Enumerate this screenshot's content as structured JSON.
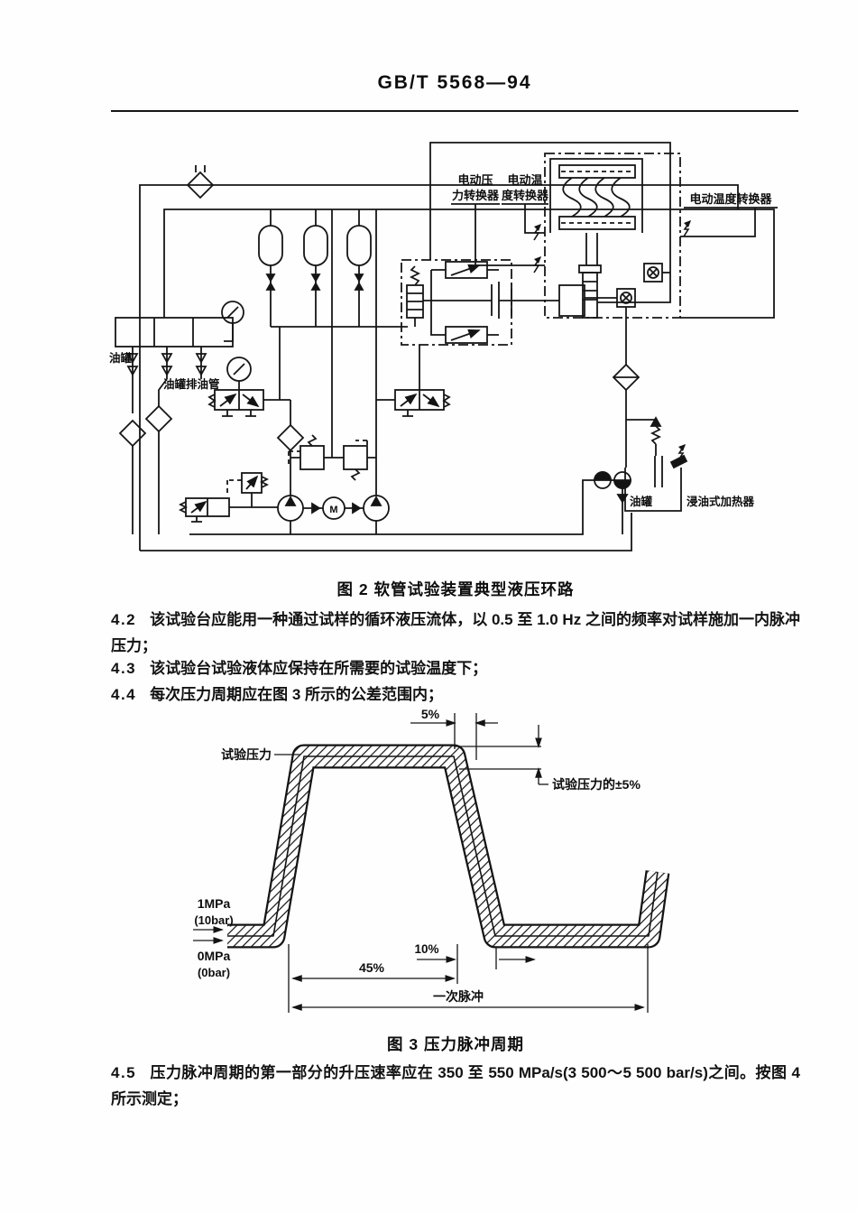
{
  "header": {
    "standard_number": "GB/T 5568—94"
  },
  "figure2": {
    "caption": "图 2  软管试验装置典型液压环路",
    "labels": {
      "transducer_pressure_l1": "电动压",
      "transducer_pressure_l2": "力转换器",
      "transducer_temp_l1": "电动温",
      "transducer_temp_l2": "度转换器",
      "transducer_temp_right": "电动温度转换器",
      "tank_left": "油罐",
      "tank_drain_pipe": "油罐排油管",
      "tank_bottom": "油罐",
      "immersion_heater": "浸油式加热器",
      "motor": "M"
    }
  },
  "clauses": {
    "c42": {
      "num": "4.2",
      "text": "该试验台应能用一种通过试样的循环液压流体，以 0.5 至 1.0 Hz 之间的频率对试样施加一内脉冲压力；"
    },
    "c43": {
      "num": "4.3",
      "text": "该试验台试验液体应保持在所需要的试验温度下；"
    },
    "c44": {
      "num": "4.4",
      "text": "每次压力周期应在图 3 所示的公差范围内；"
    },
    "c45": {
      "num": "4.5",
      "text": "压力脉冲周期的第一部分的升压速率应在 350 至 550 MPa/s(3 500～5 500 bar/s)之间。按图 4 所示测定；"
    }
  },
  "figure3": {
    "caption": "图 3  压力脉冲周期",
    "labels": {
      "five_percent": "5%",
      "test_pressure": "试验压力",
      "test_pressure_tol": "试验压力的±5%",
      "one_mpa": "1MPa",
      "ten_bar": "(10bar)",
      "zero_mpa": "0MPa",
      "zero_bar": "(0bar)",
      "ten_percent": "10%",
      "fortyfive_percent": "45%",
      "one_pulse": "一次脉冲"
    }
  }
}
